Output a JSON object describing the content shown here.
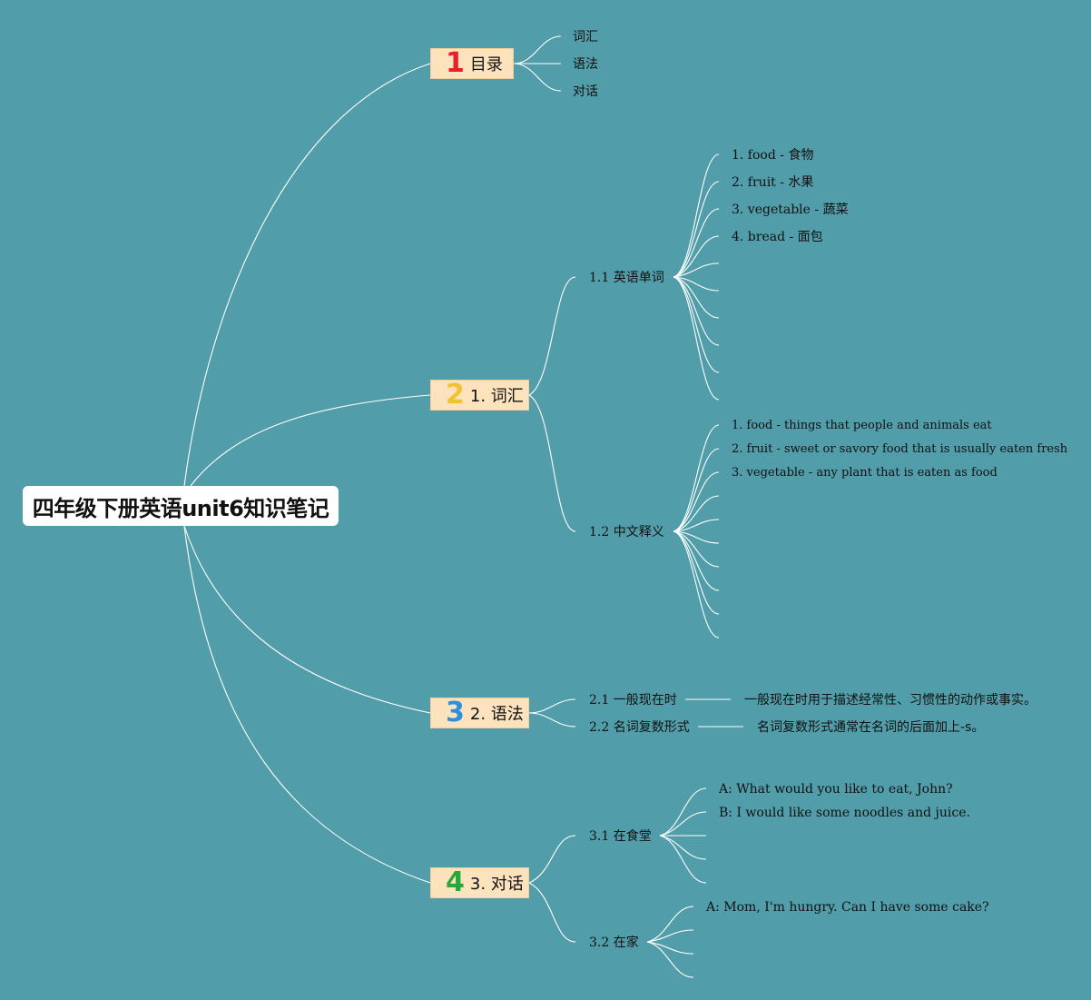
{
  "title": "四年级下册英语unit6知识笔记",
  "colors": {
    "background": "#519da9",
    "branch_fill": "#fce3bd",
    "line": "#ffffff",
    "num1": "#e8202a",
    "num2": "#f2c230",
    "num3": "#2f8fd8",
    "num4": "#27a83b"
  },
  "branches": [
    {
      "num": "1",
      "label": "目录",
      "items": [
        "词汇",
        "语法",
        "对话"
      ]
    },
    {
      "num": "2",
      "label": "1. 词汇",
      "sub": [
        {
          "label": "1.1 英语单词",
          "items": [
            "1. food - 食物",
            "2. fruit - 水果",
            "3. vegetable - 蔬菜",
            "4. bread - 面包"
          ]
        },
        {
          "label": "1.2 中文释义",
          "items": [
            "1. food - things that people and animals eat",
            "2. fruit - sweet or savory food that is usually eaten fresh",
            "3. vegetable - any plant that is eaten as food"
          ]
        }
      ]
    },
    {
      "num": "3",
      "label": "2. 语法",
      "sub": [
        {
          "label": "2.1 一般现在时",
          "detail": "一般现在时用于描述经常性、习惯性的动作或事实。"
        },
        {
          "label": "2.2 名词复数形式",
          "detail": "名词复数形式通常在名词的后面加上-s。"
        }
      ]
    },
    {
      "num": "4",
      "label": "3. 对话",
      "sub": [
        {
          "label": "3.1 在食堂",
          "items": [
            "A: What would you like to eat, John?",
            "B: I would like some noodles and juice."
          ]
        },
        {
          "label": "3.2 在家",
          "items": [
            "A: Mom, I'm hungry. Can I have some cake?"
          ]
        }
      ]
    }
  ]
}
